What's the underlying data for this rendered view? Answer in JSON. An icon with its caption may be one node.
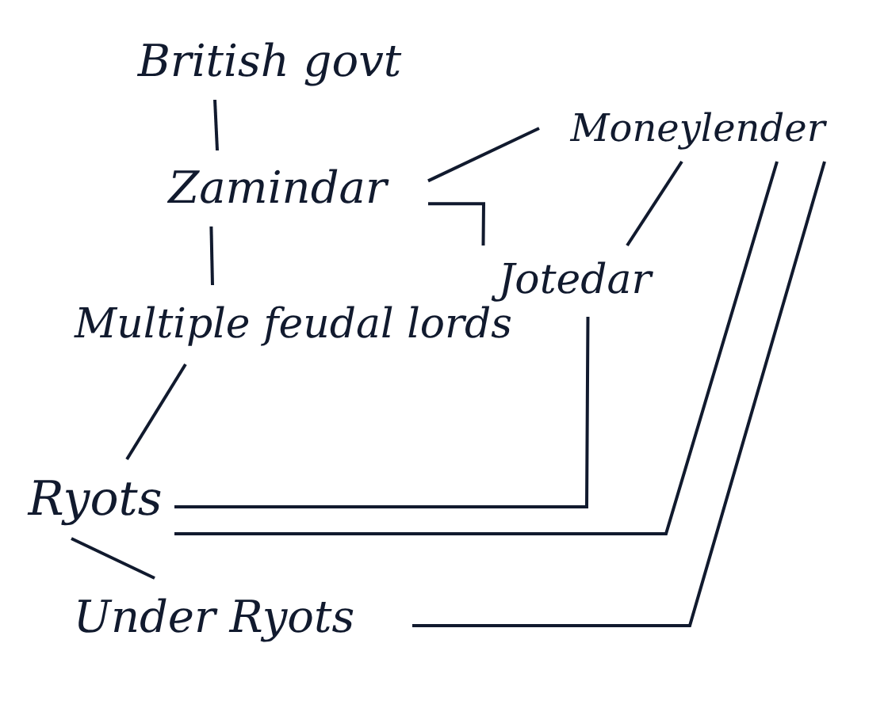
{
  "diagram": {
    "nodes": [
      {
        "text": [
          "British govt"
        ]
      },
      {
        "text": [
          "Zamindar"
        ]
      },
      {
        "text": [
          "Moneylender"
        ]
      },
      {
        "text": [
          "Jotedar"
        ]
      },
      {
        "text": [
          "Multiple feudal lords"
        ]
      },
      {
        "text": [
          "Ryots"
        ]
      },
      {
        "text": [
          "Under Ryots"
        ]
      }
    ],
    "edges": [
      {
        "from": 0,
        "to": 1,
        "arrow": "none"
      },
      {
        "from": 1,
        "to": 2,
        "arrow": "none"
      },
      {
        "from": 1,
        "to": 3,
        "arrow": "none"
      },
      {
        "from": 1,
        "to": 4,
        "arrow": "none"
      },
      {
        "from": 2,
        "to": 3,
        "arrow": "none"
      },
      {
        "from": 4,
        "to": 5,
        "arrow": "none"
      },
      {
        "from": 5,
        "to": 6,
        "arrow": "none"
      },
      {
        "from": 3,
        "to": 5,
        "arrow": "none"
      },
      {
        "from": 2,
        "to": 5,
        "arrow": "none"
      },
      {
        "from": 2,
        "to": 6,
        "arrow": "none"
      }
    ]
  }
}
